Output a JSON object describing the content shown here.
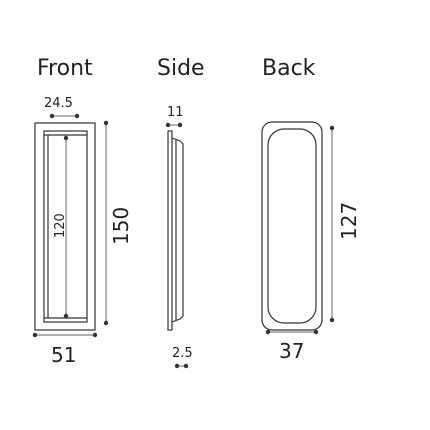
{
  "views": {
    "front": {
      "title": "Front",
      "dim_top": "24.5",
      "dim_inner": "120",
      "dim_height": "150",
      "dim_bottom": "51"
    },
    "side": {
      "title": "Side",
      "dim_top": "11",
      "dim_bottom": "2.5"
    },
    "back": {
      "title": "Back",
      "dim_height": "127",
      "dim_bottom": "37"
    }
  },
  "colors": {
    "line": "#333333",
    "text": "#222222"
  }
}
